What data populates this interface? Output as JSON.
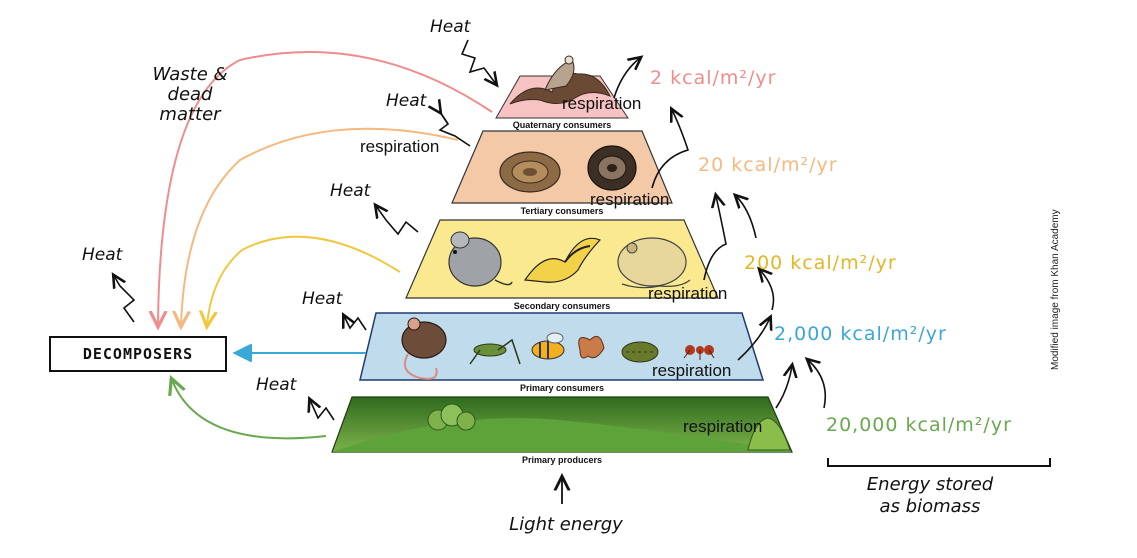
{
  "colors": {
    "quaternary": "#f08c8c",
    "tertiary": "#f5b87f",
    "secondary": "#f0c840",
    "primary_consumers": "#3aa7d9",
    "producers": "#6aa84f",
    "decomposers_arrow": "#3aa7d9"
  },
  "tiers": [
    {
      "label": "Quaternary consumers",
      "energy": "2 kcal/m²/yr",
      "icons": [
        "hawk-icon"
      ]
    },
    {
      "label": "Tertiary consumers",
      "energy": "20 kcal/m²/yr",
      "icons": [
        "snake-icon",
        "snake-icon"
      ]
    },
    {
      "label": "Secondary consumers",
      "energy": "200 kcal/m²/yr",
      "icons": [
        "rat-icon",
        "bird-icon",
        "toad-icon"
      ]
    },
    {
      "label": "Primary consumers",
      "energy": "2,000 kcal/m²/yr",
      "icons": [
        "mouse-icon",
        "grasshopper-icon",
        "bee-icon",
        "moth-icon",
        "caterpillar-icon",
        "ant-icon"
      ]
    },
    {
      "label": "Primary producers",
      "energy": "20,000 kcal/m²/yr",
      "icons": [
        "tree-icon",
        "bush-icon"
      ]
    }
  ],
  "respiration_label": "respiration",
  "heat_label": "Heat",
  "waste_label": "Waste & dead matter",
  "decomposers_label": "DECOMPOSERS",
  "light_label": "Light energy",
  "biomass_label": "Energy stored as biomass",
  "credit": "Modified image from Khan Academy"
}
